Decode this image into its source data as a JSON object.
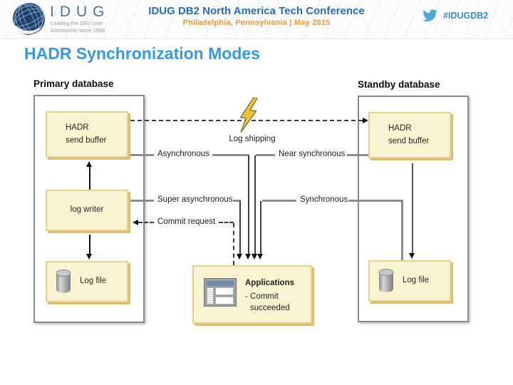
{
  "header": {
    "brand": "IDUG",
    "tagline_line1": "Leading the DB2 User",
    "tagline_line2": "Community since 1988",
    "conference_title": "IDUG DB2 North America Tech Conference",
    "conference_subtitle": "Philadelphia, Pennsylvania |  May 2015",
    "twitter_hashtag": "#IDUGDB2"
  },
  "slide": {
    "title": "HADR Synchronization Modes"
  },
  "diagram": {
    "primary": {
      "label": "Primary database",
      "hadr_line1": "HADR",
      "hadr_line2": "send buffer",
      "log_writer": "log writer",
      "log_file": "Log file"
    },
    "standby": {
      "label": "Standby database",
      "hadr_line1": "HADR",
      "hadr_line2": "send buffer",
      "log_file": "Log file"
    },
    "connectors": {
      "log_shipping": "Log shipping",
      "asynchronous": "Asynchronous",
      "near_synchronous": "Near synchronous",
      "super_asynchronous": "Super asynchronous",
      "synchronous": "Synchronous",
      "commit_request": "Commit request"
    },
    "applications": {
      "title": "Applications",
      "note_line1": "- Commit",
      "note_line2": "succeeded"
    }
  },
  "colors": {
    "slide_title": "#3898dc",
    "conference_title": "#2b6dad",
    "conference_subtitle": "#e79a3c",
    "twitter_blue": "#4da7d4",
    "node_fill": "#faf3d2",
    "node_border": "#e6d190",
    "node_shadow": "#d9be74",
    "connector_gray": "#8c8c8c"
  }
}
